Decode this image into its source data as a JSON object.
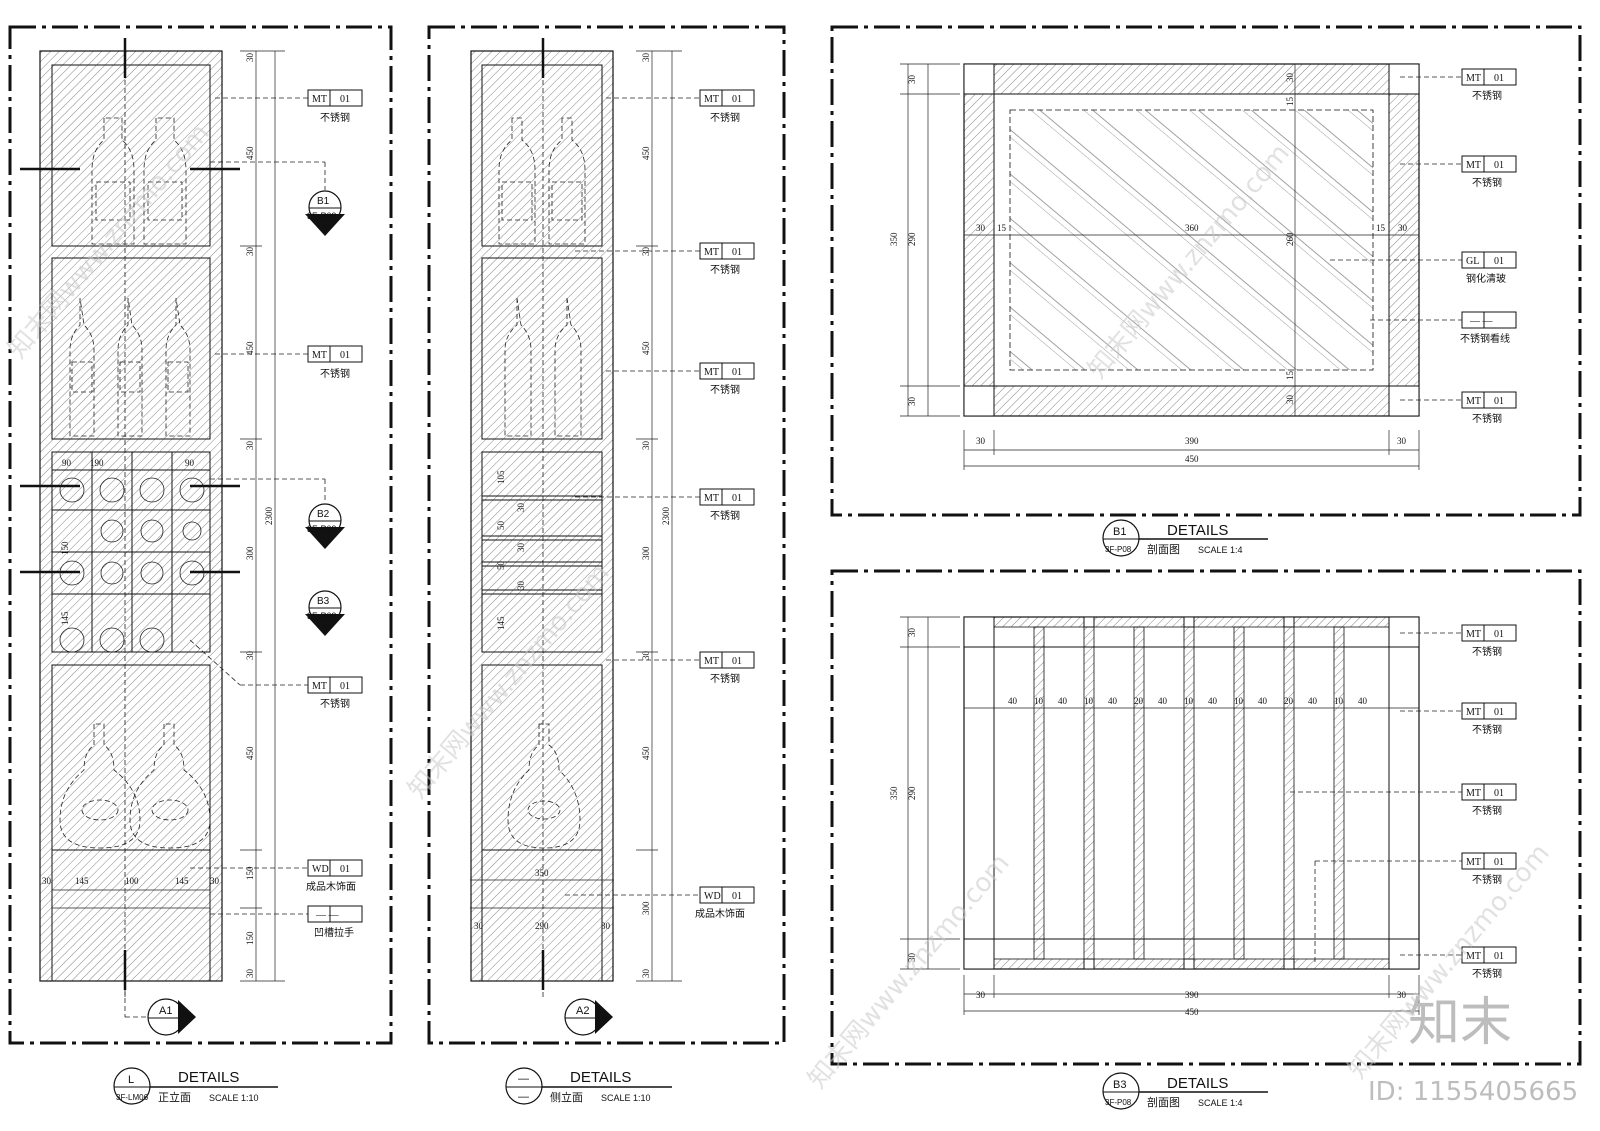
{
  "labels": {
    "mt": "MT",
    "wd": "WD",
    "gl": "GL",
    "code01": "01",
    "dashdash": "— —",
    "stainless": "不锈钢",
    "wood": "成品木饰面",
    "glass": "钢化清玻",
    "seam": "不锈钢看线",
    "handle": "凹槽拉手"
  },
  "markers": {
    "b1": "B1",
    "b2": "B2",
    "b3": "B3",
    "a1": "A1",
    "a2": "A2",
    "p09": "3F-P09",
    "p08": "3F-P08",
    "lm06": "3F-LM06",
    "l": "L",
    "dash": "—"
  },
  "titles": {
    "details": "DETAILS",
    "front": "正立面",
    "side": "侧立面",
    "section": "剖面图",
    "scale10": "SCALE  1:10",
    "scale4": "SCALE  1:4"
  },
  "dims": {
    "d30": "30",
    "d450": "450",
    "d300": "300",
    "d2300": "2300",
    "d150": "150",
    "d145": "145",
    "d190": "190",
    "d90": "90",
    "d100": "100",
    "d105": "105",
    "d50": "50",
    "d350": "350",
    "d290": "290",
    "d390": "390",
    "d360": "360",
    "d15": "15",
    "d40": "40",
    "d10": "10",
    "d20": "20"
  },
  "watermark": {
    "site": "知末网www.znzmo.com",
    "logo": "知末",
    "id": "ID: 1155405665"
  }
}
